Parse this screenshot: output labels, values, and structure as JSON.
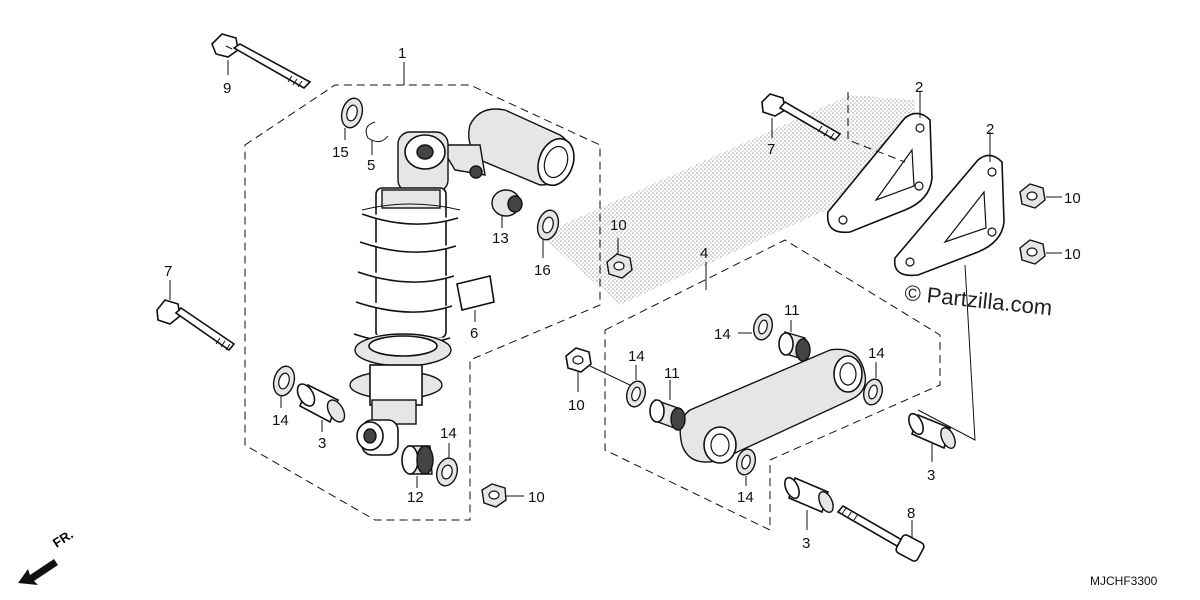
{
  "diagram": {
    "code": "MJCHF3300",
    "watermark": "© Partzilla.com",
    "front_label": "FR.",
    "callouts": {
      "c1": "1",
      "c2a": "2",
      "c2b": "2",
      "c3a": "3",
      "c3b": "3",
      "c3c": "3",
      "c4": "4",
      "c5": "5",
      "c6": "6",
      "c7a": "7",
      "c7b": "7",
      "c8": "8",
      "c9": "9",
      "c10a": "10",
      "c10b": "10",
      "c10c": "10",
      "c10d": "10",
      "c10e": "10",
      "c11a": "11",
      "c11b": "11",
      "c12": "12",
      "c13": "13",
      "c14a": "14",
      "c14b": "14",
      "c14c": "14",
      "c14d": "14",
      "c14e": "14",
      "c14f": "14",
      "c15": "15",
      "c16": "16"
    }
  }
}
